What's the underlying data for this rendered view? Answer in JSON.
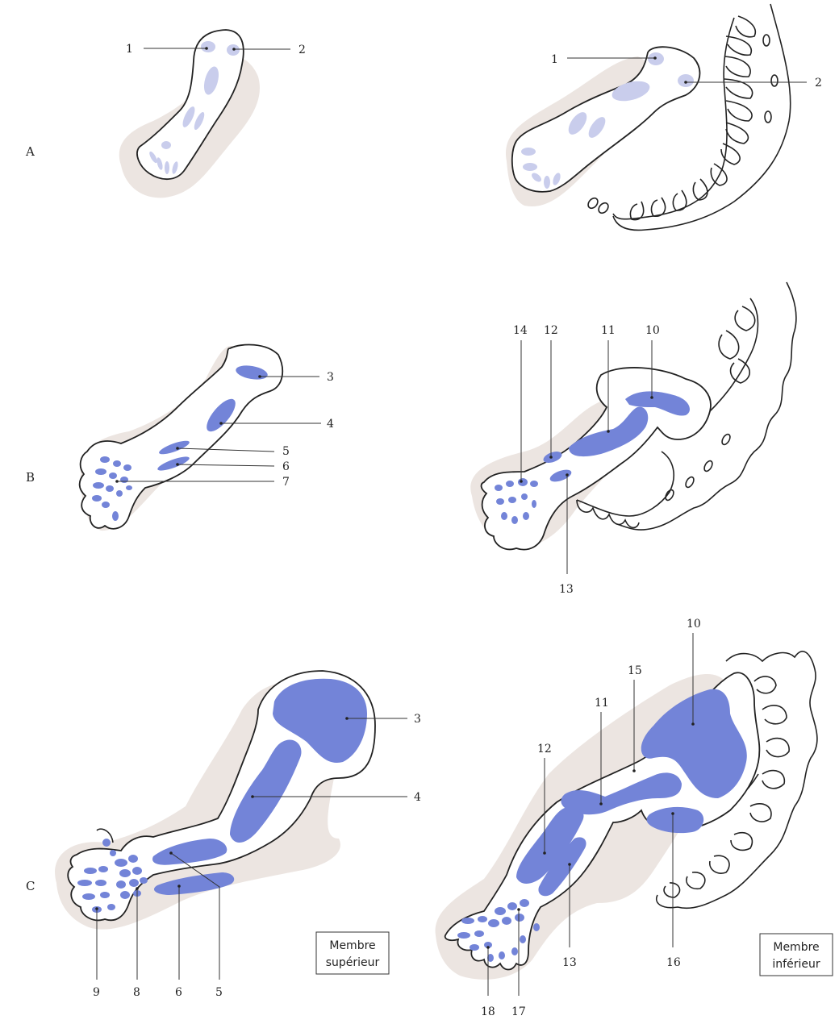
{
  "rows": [
    "A",
    "B",
    "C"
  ],
  "stage_A": {
    "upper_labels": [
      "1",
      "2"
    ],
    "lower_labels": [
      "1",
      "2"
    ]
  },
  "stage_B": {
    "upper_labels": [
      "3",
      "4",
      "5",
      "6",
      "7"
    ],
    "lower_labels": [
      "14",
      "12",
      "11",
      "10",
      "13"
    ]
  },
  "stage_C": {
    "upper_labels": [
      "3",
      "4",
      "9",
      "8",
      "6",
      "5"
    ],
    "lower_labels": [
      "10",
      "15",
      "11",
      "12",
      "13",
      "16",
      "18",
      "17"
    ],
    "box_upper": [
      "Membre",
      "supérieur"
    ],
    "box_lower": [
      "Membre",
      "inférieur"
    ]
  },
  "colors": {
    "cartilage_pale": "#c9cdec",
    "cartilage": "#7384d8",
    "shadow": "#ece5e1"
  }
}
